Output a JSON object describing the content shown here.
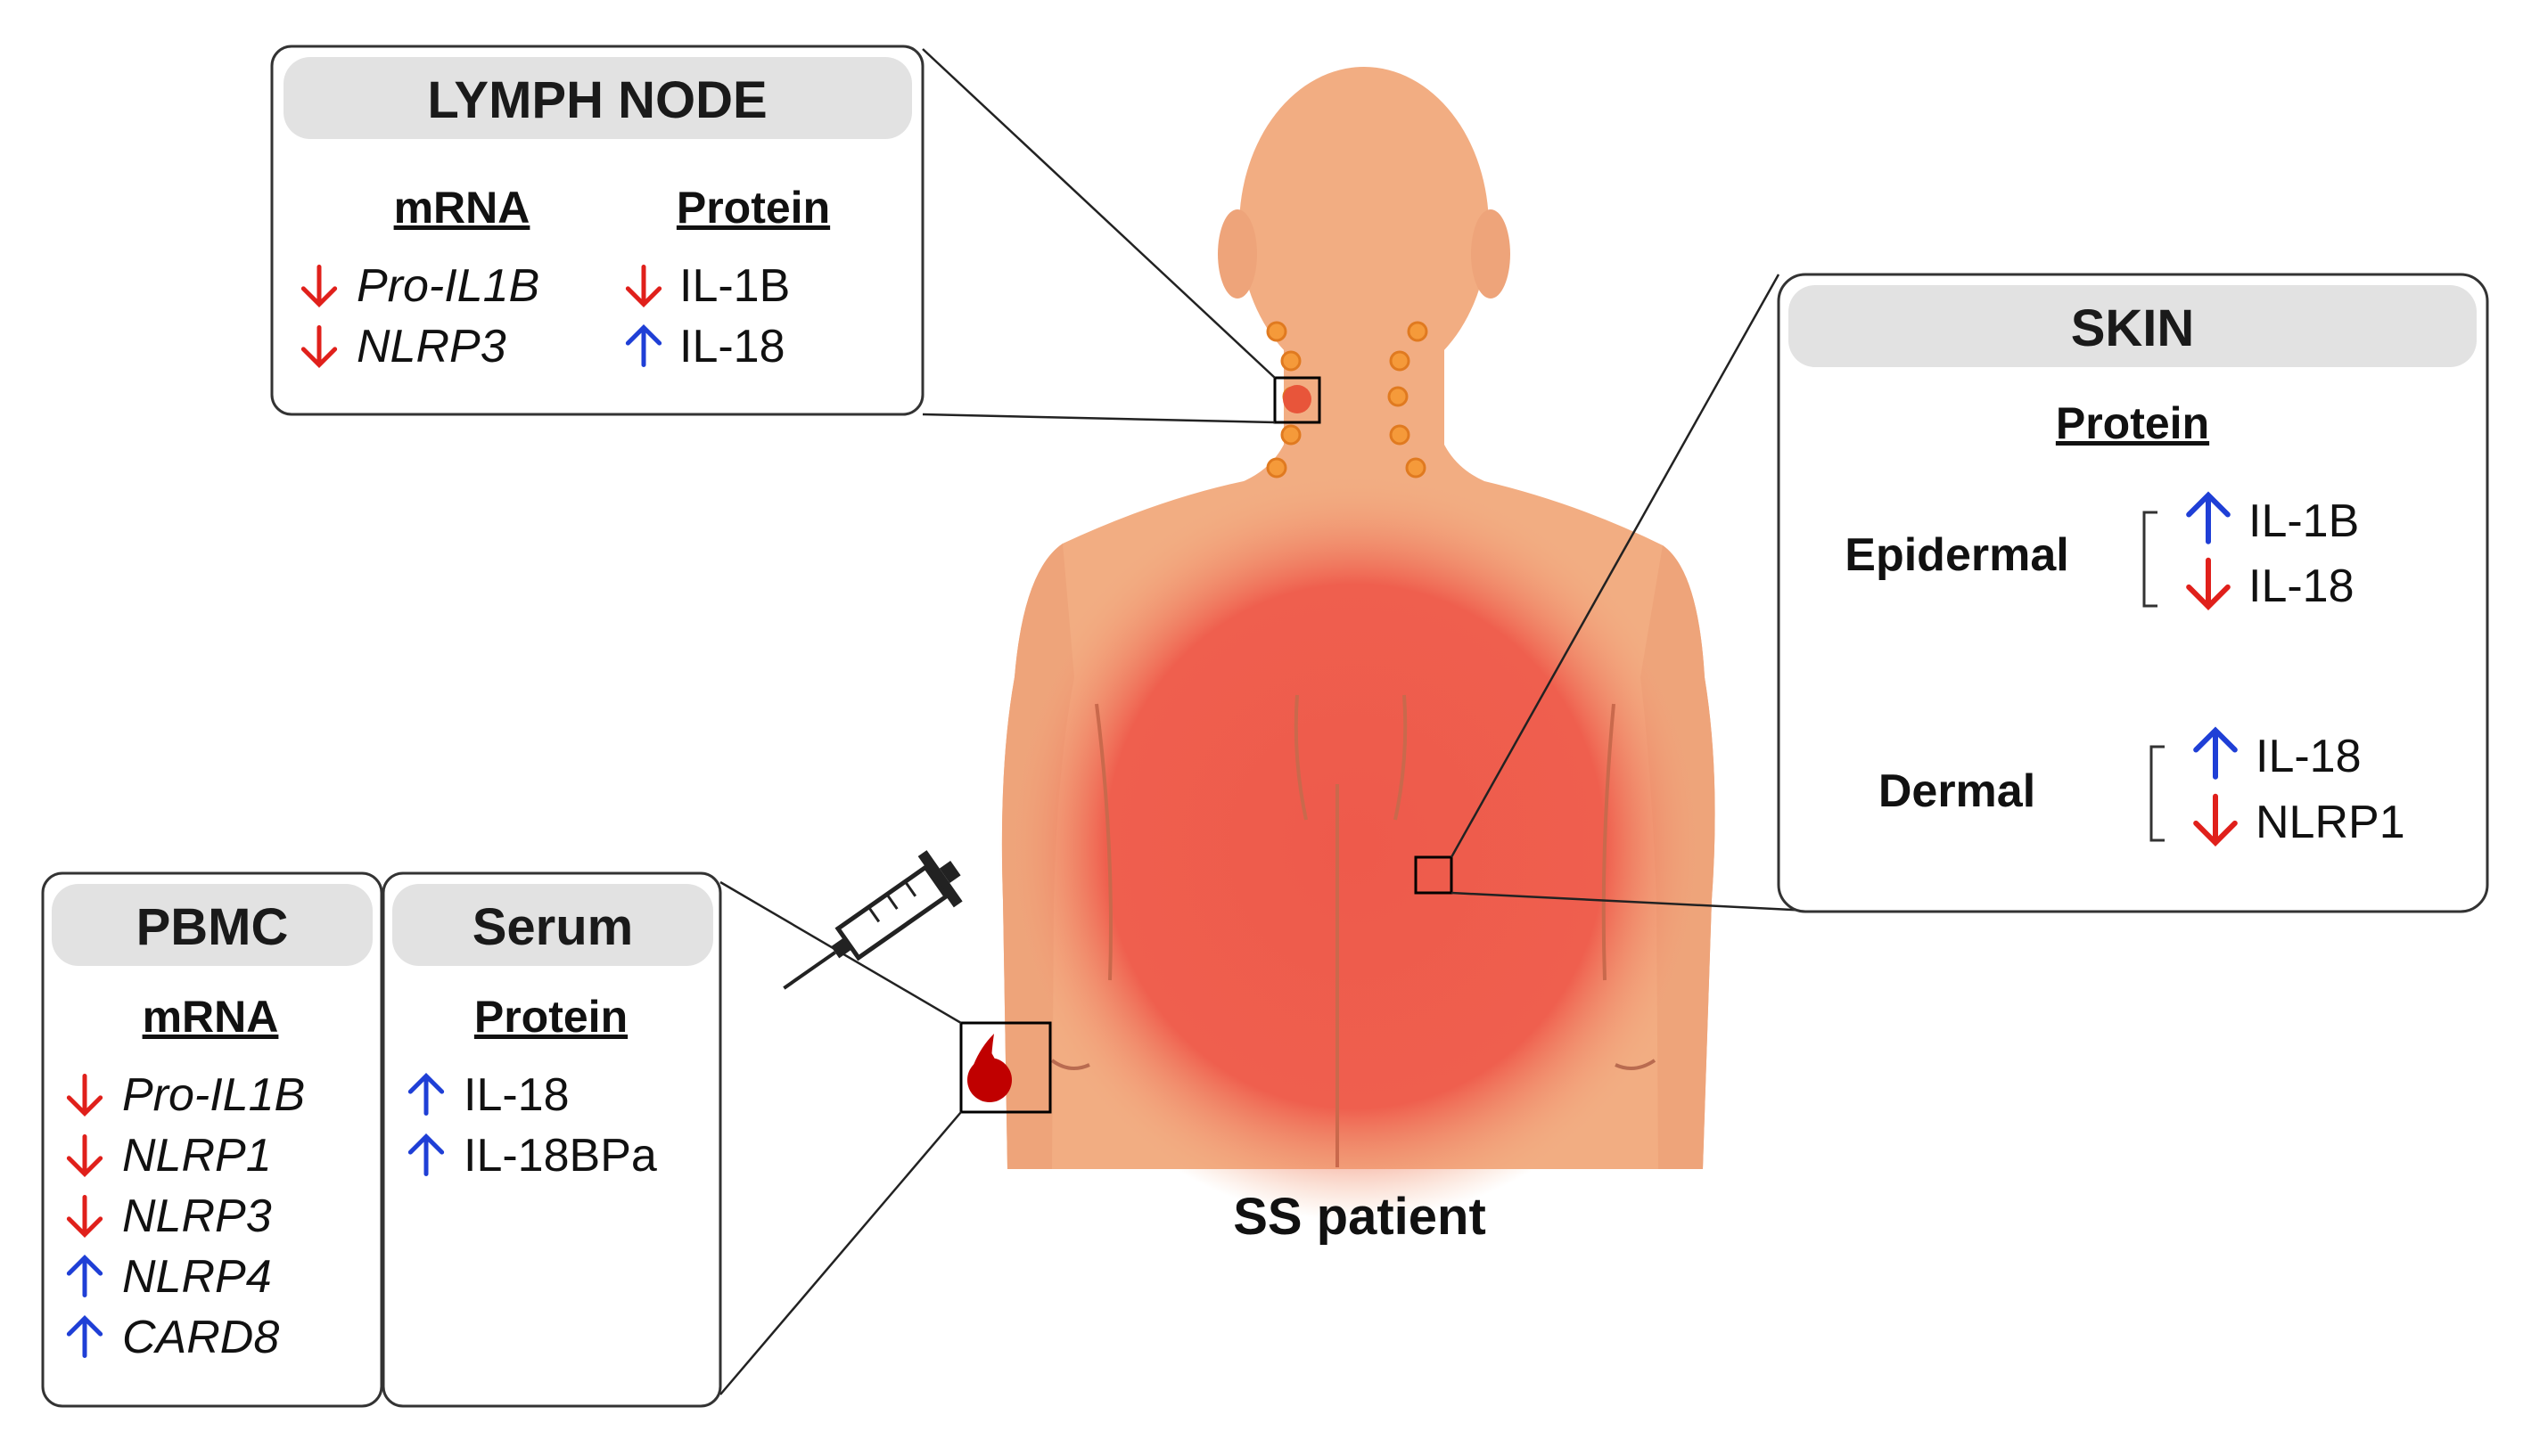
{
  "patient_label": "SS patient",
  "colors": {
    "up": "#1f3fd6",
    "down": "#e0201b",
    "skin": "#f2ad82",
    "rash": "#ee5a4b",
    "node": "#f59a3a",
    "panel_header": "#e2e2e2"
  },
  "icons": [
    "syringe-icon",
    "blood-drop-icon",
    "up-arrow-icon",
    "down-arrow-icon"
  ],
  "lymph_node": {
    "title": "LYMPH NODE",
    "mrna": {
      "heading": "mRNA",
      "items": [
        {
          "label": "Pro-IL1B",
          "dir": "down"
        },
        {
          "label": "NLRP3",
          "dir": "down"
        }
      ]
    },
    "protein": {
      "heading": "Protein",
      "items": [
        {
          "label": "IL-1B",
          "dir": "down"
        },
        {
          "label": "IL-18",
          "dir": "up"
        }
      ]
    }
  },
  "skin": {
    "title": "SKIN",
    "heading": "Protein",
    "epidermal": {
      "label": "Epidermal",
      "items": [
        {
          "label": "IL-1B",
          "dir": "up"
        },
        {
          "label": "IL-18",
          "dir": "down"
        }
      ]
    },
    "dermal": {
      "label": "Dermal",
      "items": [
        {
          "label": "IL-18",
          "dir": "up"
        },
        {
          "label": "NLRP1",
          "dir": "down"
        }
      ]
    }
  },
  "pbmc": {
    "title": "PBMC",
    "heading": "mRNA",
    "items": [
      {
        "label": "Pro-IL1B",
        "dir": "down"
      },
      {
        "label": "NLRP1",
        "dir": "down"
      },
      {
        "label": "NLRP3",
        "dir": "down"
      },
      {
        "label": "NLRP4",
        "dir": "up"
      },
      {
        "label": "CARD8",
        "dir": "up"
      }
    ]
  },
  "serum": {
    "title": "Serum",
    "heading": "Protein",
    "items": [
      {
        "label": "IL-18",
        "dir": "up"
      },
      {
        "label": "IL-18BPa",
        "dir": "up"
      }
    ]
  }
}
